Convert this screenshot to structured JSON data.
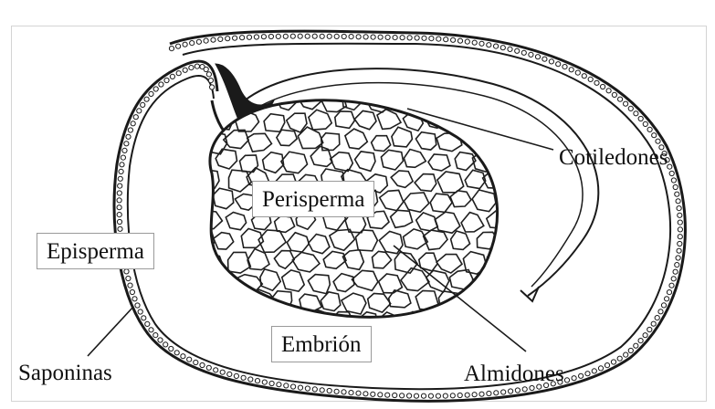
{
  "diagram": {
    "labels": {
      "cotiledones": "Cotiledones",
      "perisperma": "Perisperma",
      "episperma": "Episperma",
      "embrion": "Embrión",
      "saponinas": "Saponinas",
      "almidones": "Almidones"
    },
    "colors": {
      "outline": "#1a1a1a",
      "cells": "#1f1f1f",
      "background": "#ffffff"
    }
  }
}
